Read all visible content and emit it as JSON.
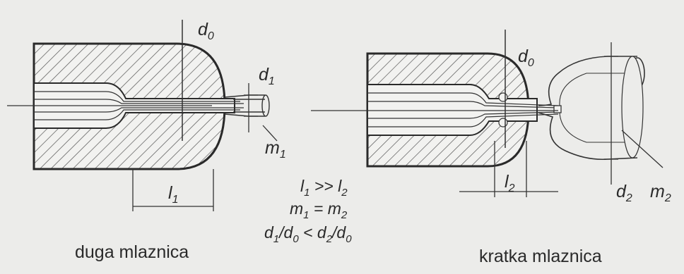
{
  "diagram": {
    "long_nozzle": {
      "caption": "duga mlaznica",
      "label_d0": {
        "base": "d",
        "sub": "0"
      },
      "label_d1": {
        "base": "d",
        "sub": "1"
      },
      "label_m1": {
        "base": "m",
        "sub": "1"
      },
      "label_l1": {
        "base": "l",
        "sub": "1"
      }
    },
    "short_nozzle": {
      "caption": "kratka mlaznica",
      "label_d0": {
        "base": "d",
        "sub": "0"
      },
      "label_d2": {
        "base": "d",
        "sub": "2"
      },
      "label_m2": {
        "base": "m",
        "sub": "2"
      },
      "label_l2": {
        "base": "l",
        "sub": "2"
      }
    },
    "relations": {
      "line1": {
        "a": "l",
        "a_sub": "1",
        "op": " >> ",
        "b": "l",
        "b_sub": "2"
      },
      "line2": {
        "a": "m",
        "a_sub": "1",
        "op": " = ",
        "b": "m",
        "b_sub": "2"
      },
      "line3": {
        "a": "d",
        "a_sub": "1",
        "mid": "/d",
        "mid_sub": "0",
        "op": " < ",
        "b": "d",
        "b_sub": "2",
        "tail": "/d",
        "tail_sub": "0"
      }
    }
  },
  "colors": {
    "background": "#ececea",
    "ink": "#2a2a2a",
    "hatch": "#444444"
  }
}
